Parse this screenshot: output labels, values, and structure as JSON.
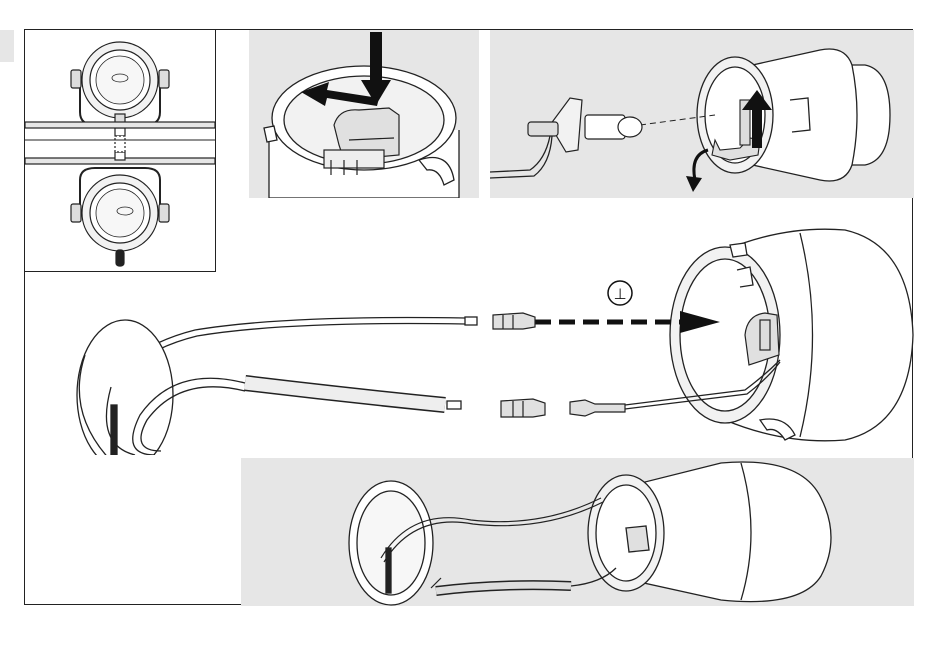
{
  "diagram": {
    "ground_symbol": "⊥",
    "colors": {
      "line": "#222222",
      "panel_bg": "#e6e6e6",
      "page_bg": "#ffffff",
      "fill_light": "#f2f2f2",
      "arrow": "#111111"
    },
    "panels": [
      {
        "name": "lamp-mounting-views",
        "shaded": false
      },
      {
        "name": "clip-release-step",
        "shaded": true
      },
      {
        "name": "bulb-removal-step",
        "shaded": true
      },
      {
        "name": "wiring-connection-step",
        "shaded": false
      },
      {
        "name": "assembled-wiring-view",
        "shaded": true
      }
    ],
    "icons": [
      "down-arrow-icon",
      "left-arrow-icon",
      "ground-symbol-icon",
      "dashed-arrow-icon",
      "rotate-arrow-icon"
    ]
  }
}
